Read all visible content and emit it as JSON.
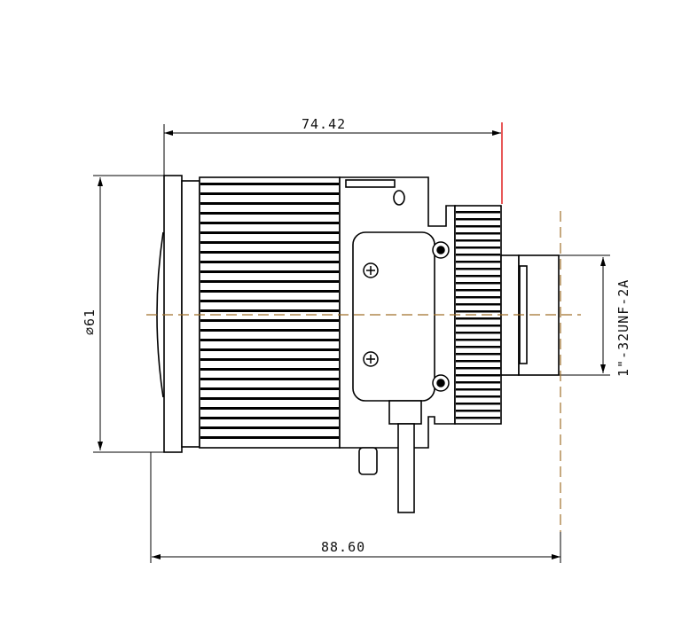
{
  "drawing": {
    "dim_top_length": "74.42",
    "dim_total_length": "88.60",
    "dim_diameter": "⌀61",
    "dim_thread": "1\"-32UNF-2A"
  },
  "colors": {
    "line": "#000000",
    "centerline": "#a0702a",
    "highlight": "#e02020"
  }
}
